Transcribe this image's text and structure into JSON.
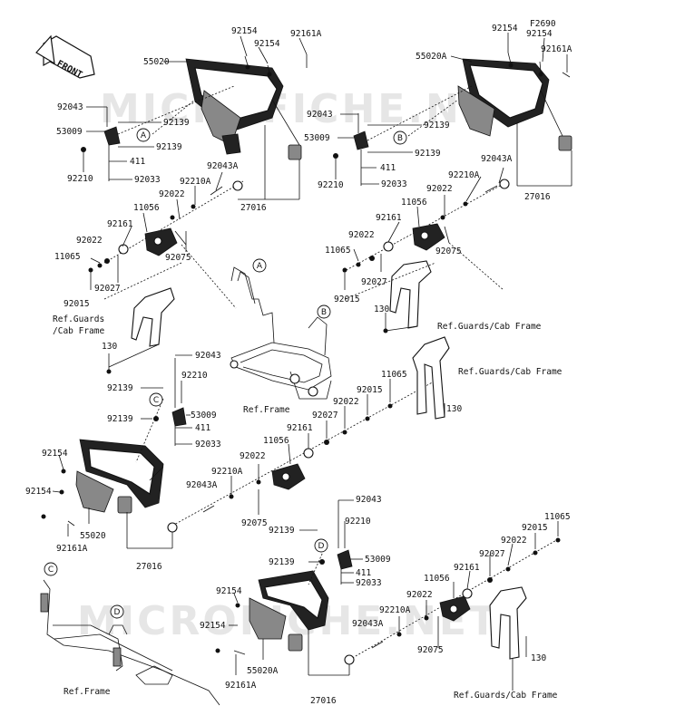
{
  "front_label": "FRONT",
  "figure_code": "F2690",
  "watermark": "MICROFICHE.NET",
  "callouts": [
    "A",
    "B",
    "C",
    "D"
  ],
  "refs": {
    "guards_a": "Ref.Guards",
    "guards_b": "/Cab Frame",
    "guards_line": "Ref.Guards/Cab Frame",
    "frame": "Ref.Frame"
  },
  "parts": {
    "p92154": "92154",
    "p92161A": "92161A",
    "p55020": "55020",
    "p55020A": "55020A",
    "p92043": "92043",
    "p92043A": "92043A",
    "p53009": "53009",
    "p92139": "92139",
    "p411": "411",
    "p92033": "92033",
    "p92210": "92210",
    "p92210A": "92210A",
    "p92022": "92022",
    "p27016": "27016",
    "p11056": "11056",
    "p92161": "92161",
    "p11065": "11065",
    "p92075": "92075",
    "p92027": "92027",
    "p92015": "92015",
    "p130": "130"
  }
}
